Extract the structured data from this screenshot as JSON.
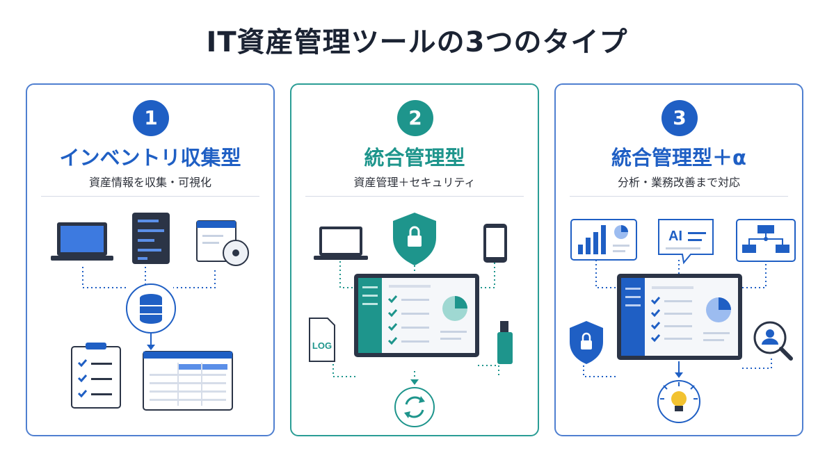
{
  "page": {
    "title": "IT資産管理ツールの3つのタイプ"
  },
  "cards": [
    {
      "number": "1",
      "heading": "インベントリ収集型",
      "subtitle": "資産情報を収集・可視化"
    },
    {
      "number": "2",
      "heading": "統合管理型",
      "subtitle": "資産管理＋セキュリティ",
      "log_label": "LOG"
    },
    {
      "number": "3",
      "heading": "統合管理型＋α",
      "subtitle": "分析・業務改善まで対応",
      "ai_label": "AI"
    }
  ],
  "colors": {
    "blue": "#1f5fc4",
    "teal": "#1e958c",
    "dark": "#2b3446",
    "light_blue": "#e8f0fb",
    "light_teal": "#e3f4f2"
  }
}
